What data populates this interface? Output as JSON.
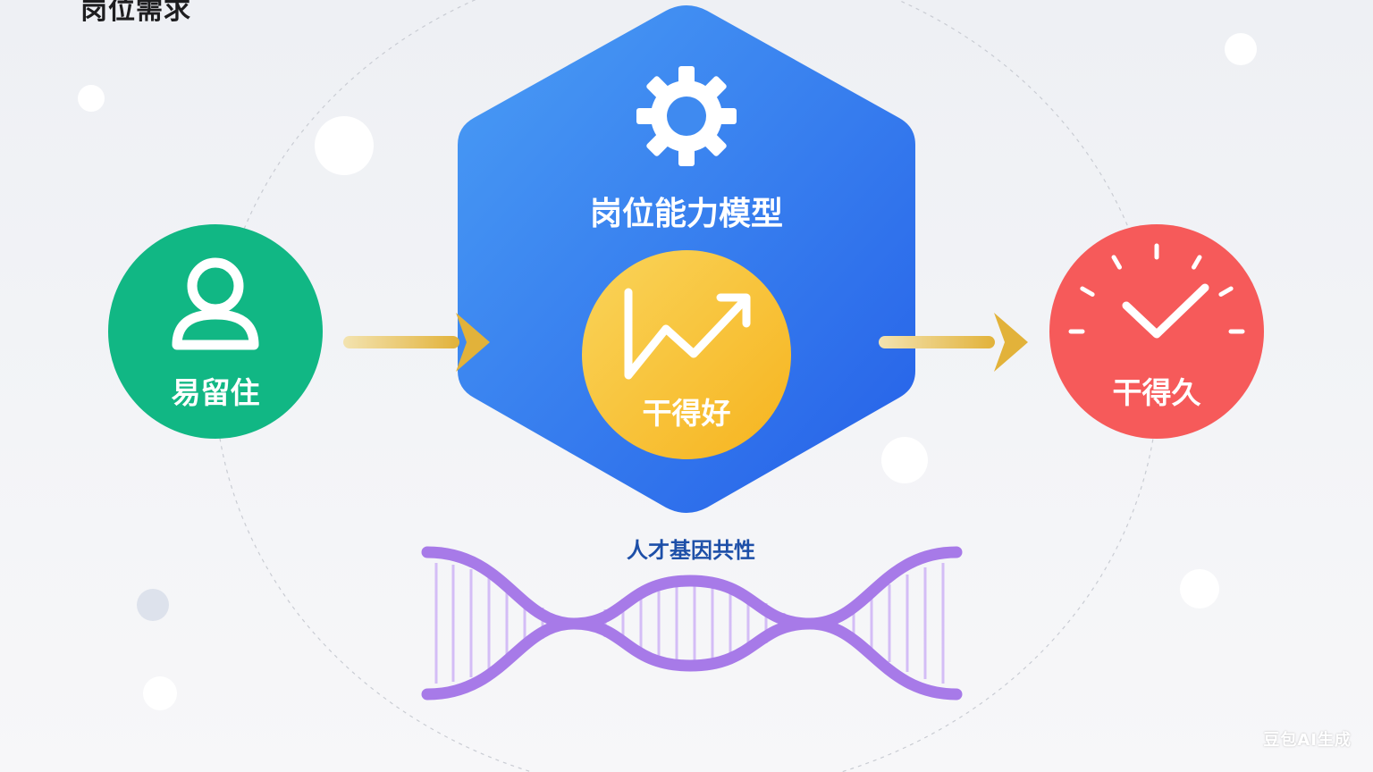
{
  "page": {
    "title": "岗位需求"
  },
  "center": {
    "label": "岗位能力模型",
    "icon": "gear-icon",
    "color": "#2f6fe6"
  },
  "inner": {
    "label": "干得好",
    "icon": "trend-up-icon",
    "color": "#f7c33a"
  },
  "left": {
    "label": "易留住",
    "icon": "user-icon",
    "color": "#11b784"
  },
  "right": {
    "label": "干得久",
    "icon": "clock-icon",
    "color": "#f65a5a"
  },
  "dna": {
    "label": "人才基因共性",
    "icon": "dna-icon",
    "color": "#a77ae8"
  },
  "arrows": {
    "color": "#e7b93d"
  },
  "watermark": "豆包AI生成"
}
